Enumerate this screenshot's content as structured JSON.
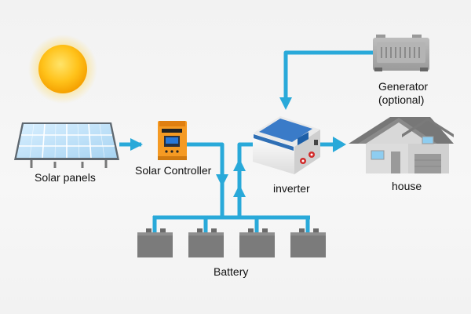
{
  "labels": {
    "solar_panels": "Solar panels",
    "solar_controller": "Solar Controller",
    "inverter": "inverter",
    "house": "house",
    "battery": "Battery",
    "generator_line1": "Generator",
    "generator_line2": "(optional)"
  },
  "colors": {
    "wire": "#29a9d9",
    "sun": "#ffc21a",
    "controller": "#f59a23",
    "inverter": "#2f6fb5",
    "battery": "#777777",
    "house": "#8f8f8f",
    "generator": "#aaaaaa"
  },
  "icons": [
    "sun-icon",
    "solar-panel-icon",
    "solar-controller-icon",
    "inverter-icon",
    "house-icon",
    "generator-icon",
    "battery-icon"
  ]
}
